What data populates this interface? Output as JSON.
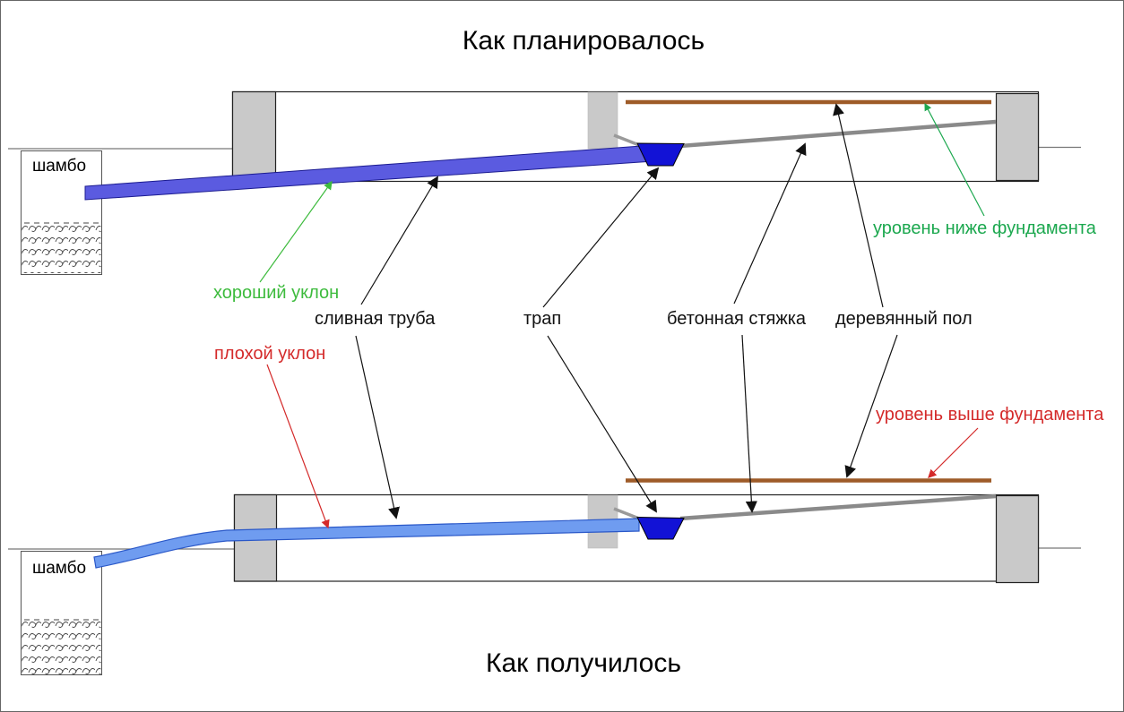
{
  "titles": {
    "planned": "Как планировалось",
    "actual": "Как получилось"
  },
  "septic_tank": {
    "top_label": "шамбо",
    "bottom_label": "шамбо"
  },
  "annotations": {
    "good_slope": {
      "text": "хороший уклон",
      "color": "#3dbb3d"
    },
    "bad_slope": {
      "text": "плохой уклон",
      "color": "#d42a2a"
    },
    "drain_pipe": {
      "text": "сливная труба",
      "color": "#111111"
    },
    "floor_drain": {
      "text": "трап",
      "color": "#111111"
    },
    "concrete_screed": {
      "text": "бетонная стяжка",
      "color": "#111111"
    },
    "wooden_floor": {
      "text": "деревянный пол",
      "color": "#111111"
    },
    "level_below_foundation": {
      "text": "уровень ниже фундамента",
      "color": "#1ca84f"
    },
    "level_above_foundation": {
      "text": "уровень выше фундамента",
      "color": "#d42a2a"
    }
  },
  "colors": {
    "planned_pipe": "#5b5be0",
    "actual_pipe": "#6f9cf0",
    "floor_drain_fill": "#1212d6",
    "foundation_block": "#c9c9c9",
    "concrete_screed_line": "#8a8a8a",
    "wooden_floor_line": "#9e5b28",
    "ground_line": "#777777",
    "frame_border": "#666666"
  }
}
